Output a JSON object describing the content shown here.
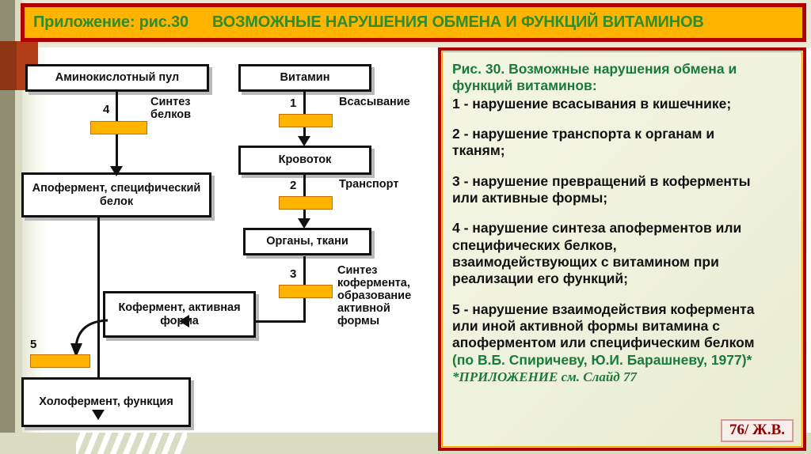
{
  "header": {
    "subtitle": "Приложение: рис.30",
    "title": "ВОЗМОЖНЫЕ НАРУШЕНИЯ ОБМЕНА И ФУНКЦИЙ ВИТАМИНОВ",
    "background_color": "#ffb400",
    "border_color": "#b00000",
    "text_color": "#2f8c2f"
  },
  "diagram": {
    "nodes": [
      {
        "id": "amino_pool",
        "label": "Аминокислотный пул"
      },
      {
        "id": "vitamin",
        "label": "Витамин"
      },
      {
        "id": "apoenzyme",
        "label": "Апофермент,\nспецифический белок"
      },
      {
        "id": "bloodstream",
        "label": "Кровоток"
      },
      {
        "id": "organs",
        "label": "Органы, ткани"
      },
      {
        "id": "coenzyme",
        "label": "Кофермент,\nактивная форма"
      },
      {
        "id": "holoenzyme",
        "label": "Холофермент,\nфункция"
      }
    ],
    "edge_labels": [
      {
        "num": "1",
        "text": "Всасывание"
      },
      {
        "num": "2",
        "text": "Транспорт"
      },
      {
        "num": "3",
        "text": "Синтез\nкофермента,\nобразование\nактивной\nформы"
      },
      {
        "num": "4",
        "text": "Синтез\nбелков"
      },
      {
        "num": "5",
        "text": ""
      }
    ],
    "block_color": "#ffb400",
    "block_border_color": "#c07000",
    "line_color": "#101010"
  },
  "text_panel": {
    "title": "Рис. 30.  Возможные нарушения обмена и\nфункций витаминов:",
    "items": [
      "1 - нарушение всасывания в кишечнике;",
      "2 - нарушение транспорта к органам и\nтканям;",
      "3 - нарушение превращений в коферменты\nили активные формы;",
      "4 - нарушение синтеза апоферментов или\nспецифических белков,\nвзаимодействующих с витамином при\nреализации его функций;",
      "5 - нарушение взаимодействия кофермента\nили иной активной формы витамина с\nапоферментом или специфическим белком"
    ],
    "credit": "(по В.Б. Спиричеву, Ю.И. Барашневу, 1977)*",
    "appendix": "*ПРИЛОЖЕНИЕ см. Слайд 77",
    "page_badge": "76/ Ж.В.",
    "title_color": "#1a7a3c",
    "border_color": "#b00000"
  }
}
